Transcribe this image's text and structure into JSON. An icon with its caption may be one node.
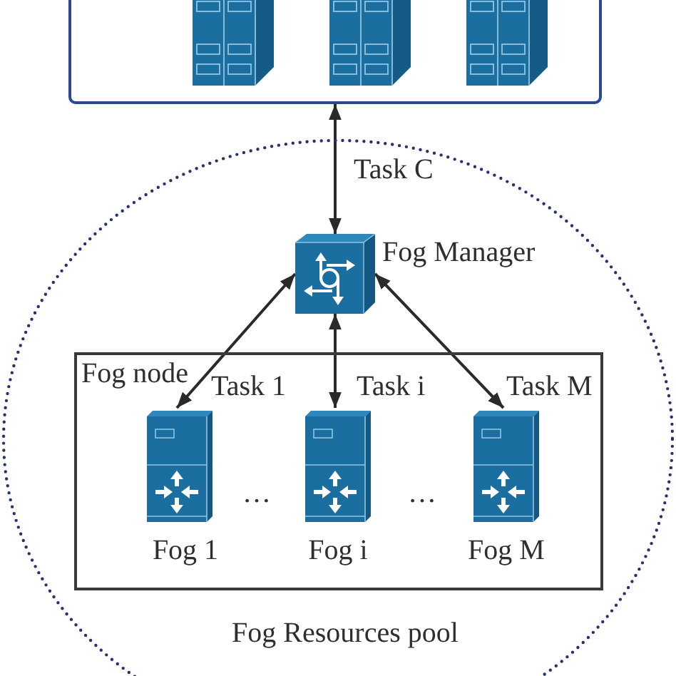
{
  "diagram": {
    "nodes": [
      {
        "text": [],
        "shape": "box"
      },
      {
        "text": [],
        "shape": "picture",
        "in": 0
      },
      {
        "text": [],
        "shape": "picture",
        "in": 0
      },
      {
        "text": [],
        "shape": "picture",
        "in": 0
      },
      {
        "text": [
          "Fog Resources pool"
        ]
      },
      {
        "text": [],
        "shape": "picture",
        "beside": [
          "Fog Manager"
        ],
        "in": 4
      },
      {
        "text": [
          "Fog node"
        ],
        "in": 4
      },
      {
        "text": [],
        "shape": "picture",
        "beside": [
          "Fog 1"
        ],
        "in": 6
      },
      {
        "text": [],
        "shape": "picture",
        "beside": [
          "Fog i"
        ],
        "in": 6
      },
      {
        "text": [],
        "shape": "picture",
        "beside": [
          "Fog M"
        ],
        "in": 6
      }
    ],
    "edges": [
      {
        "from": 0,
        "to": 5,
        "arrow": "both",
        "label": "Task C"
      },
      {
        "from": 5,
        "to": 7,
        "arrow": "both",
        "label": "Task 1"
      },
      {
        "from": 5,
        "to": 8,
        "arrow": "both",
        "label": "Task i"
      },
      {
        "from": 5,
        "to": 9,
        "arrow": "both",
        "label": "Task M"
      }
    ],
    "labels": [
      "…",
      "…"
    ]
  }
}
